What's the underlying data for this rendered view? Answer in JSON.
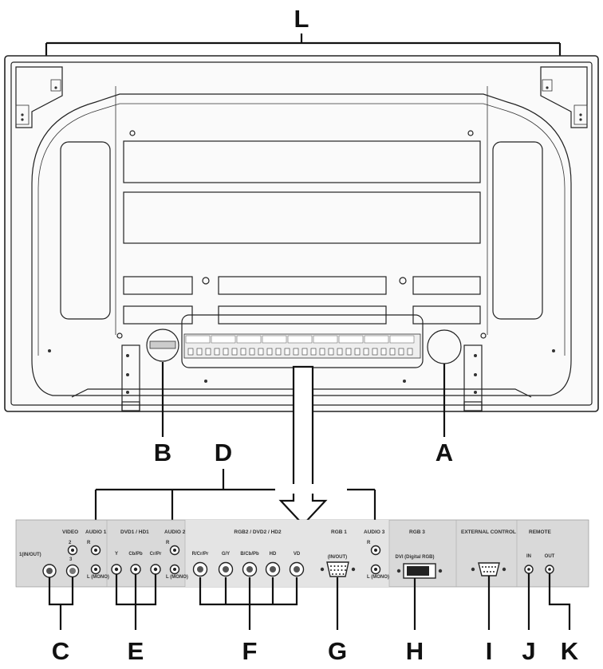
{
  "callouts": {
    "A": "A",
    "B": "B",
    "C": "C",
    "D": "D",
    "E": "E",
    "F": "F",
    "G": "G",
    "H": "H",
    "I": "I",
    "J": "J",
    "K": "K",
    "L": "L"
  },
  "strip": {
    "video": "VIDEO",
    "audio1": "AUDIO 1",
    "dvd1": "DVD1 / HD1",
    "audio2": "AUDIO 2",
    "rgb2": "RGB2 / DVD2 / HD2",
    "rgb1": "RGB 1",
    "audio3": "AUDIO 3",
    "rgb3": "RGB 3",
    "external_control": "EXTERNAL CONTROL",
    "remote": "REMOTE",
    "v1": "1(IN/OUT)",
    "v2": "2",
    "v3": "3",
    "r": "R",
    "l_mono": "L (MONO)",
    "y": "Y",
    "cbpb": "Cb/Pb",
    "crpr": "Cr/Pr",
    "rcrpr": "R/Cr/Pr",
    "gy": "G/Y",
    "bcbpb": "B/Cb/Pb",
    "hd": "HD",
    "vd": "VD",
    "inout": "(IN/OUT)",
    "dvi": "DVI (Digital RGB)",
    "in": "IN",
    "out": "OUT"
  }
}
